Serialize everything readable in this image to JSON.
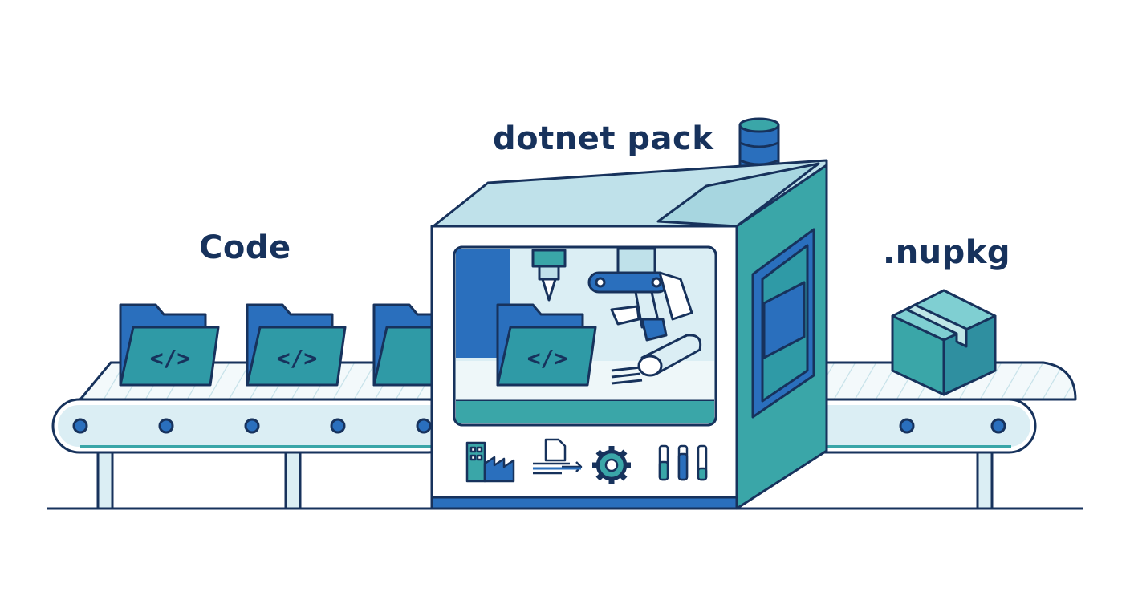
{
  "labels": {
    "input": "Code",
    "process": "dotnet pack",
    "output": ".nupkg"
  },
  "glyphs": {
    "code_symbol": "</>"
  },
  "icons": {
    "input_item": "code-folder-icon",
    "output_item": "package-box-icon",
    "panel": [
      "factory-icon",
      "document-arrow-icon",
      "gear-icon",
      "sliders-icon"
    ],
    "top": "database-cylinder-icon"
  },
  "colors": {
    "outline": "#17325c",
    "primary_blue": "#2a6fbd",
    "teal": "#3aa6a8",
    "light_blue": "#dbeef4",
    "pale": "#eef7f9",
    "belt_top": "#f3f9fb",
    "folder_front": "#2f9aa6"
  }
}
